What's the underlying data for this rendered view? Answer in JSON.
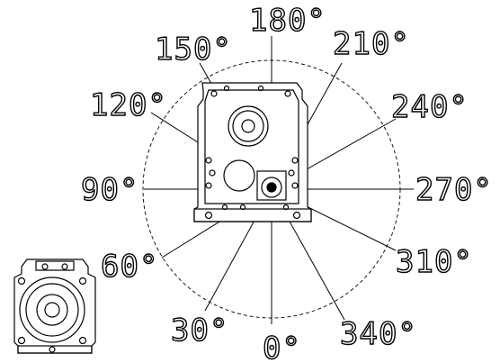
{
  "diagram": {
    "labels": [
      {
        "id": "0",
        "text": "0°"
      },
      {
        "id": "30",
        "text": "30°"
      },
      {
        "id": "60",
        "text": "60°"
      },
      {
        "id": "90",
        "text": "90°"
      },
      {
        "id": "120",
        "text": "120°"
      },
      {
        "id": "150",
        "text": "150°"
      },
      {
        "id": "180",
        "text": "180°"
      },
      {
        "id": "210",
        "text": "210°"
      },
      {
        "id": "240",
        "text": "240°"
      },
      {
        "id": "270",
        "text": "270°"
      },
      {
        "id": "310",
        "text": "310°"
      },
      {
        "id": "340",
        "text": "340°"
      }
    ]
  }
}
